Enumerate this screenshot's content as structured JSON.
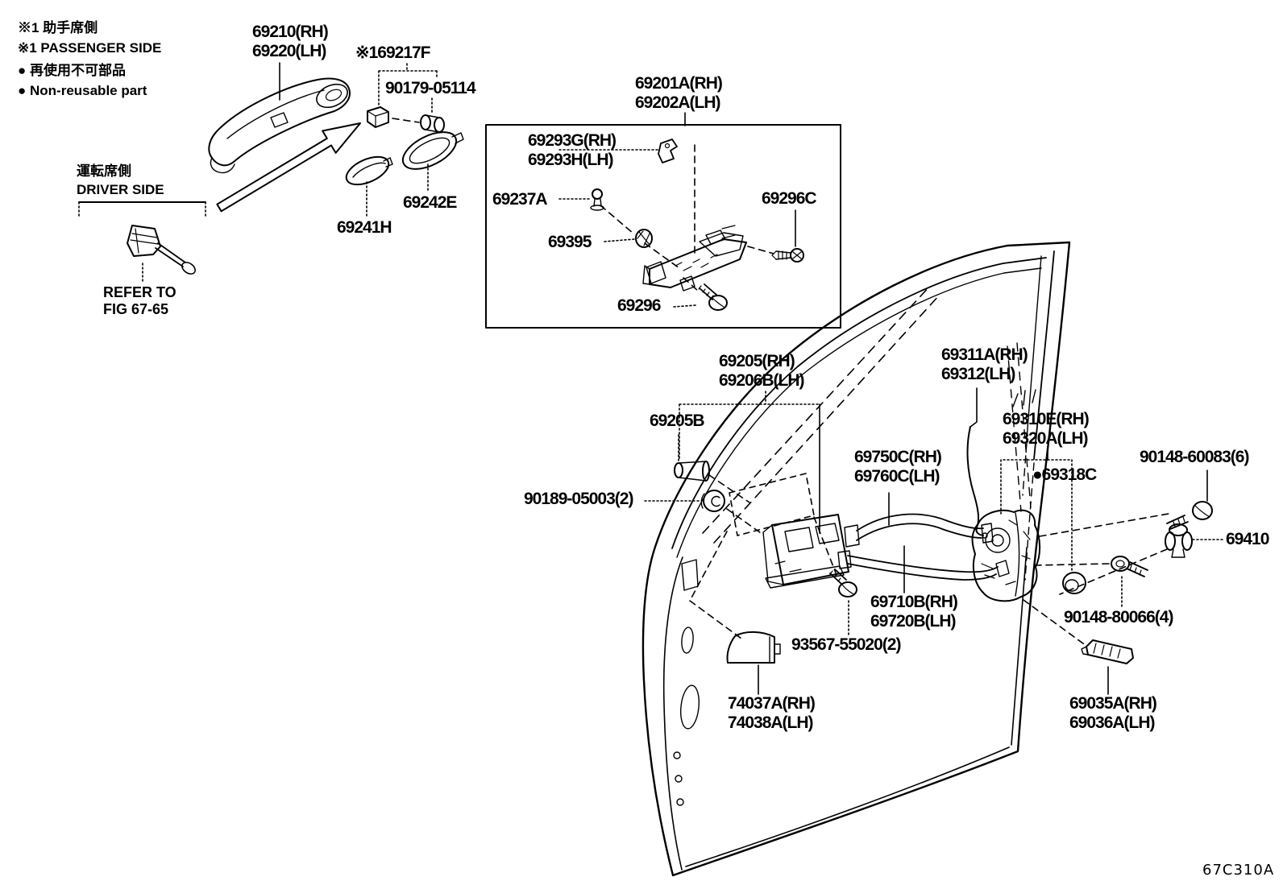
{
  "page": {
    "background": "#ffffff",
    "line_color": "#000000",
    "diagram_code": "67C310A"
  },
  "legend": {
    "note1_jp": "※1 助手席側",
    "note1_en": "※1 PASSENGER SIDE",
    "note2_jp": "● 再使用不可部品",
    "note2_en": "● Non-reusable part"
  },
  "driver_side": {
    "jp": "運転席側",
    "en": "DRIVER SIDE",
    "refer": "REFER TO\nFIG 67-65"
  },
  "labels": {
    "outside_handle": "69210(RH)\n69220(LH)",
    "pad_set": "※169217F",
    "bushing_90179": "90179-05114",
    "frame_assy": "69201A(RH)\n69202A(LH)",
    "support_69293": "69293G(RH)\n69293H(LH)",
    "clip_69237a": "69237A",
    "screw_69296c": "69296C",
    "bushing_69395": "69395",
    "screw_69296": "69296",
    "cover_69242e": "69242E",
    "cover_69241h": "69241H",
    "door_frame": "69205(RH)\n69206B(LH)",
    "pin_69205b": "69205B",
    "link_69311a": "69311A(RH)\n69312(LH)",
    "lock_69310e": "69310E(RH)\n69320A(LH)",
    "screw_90148_60083": "90148-60083(6)",
    "cable_69750c": "69750C(RH)\n69760C(LH)",
    "grommet_69318c": "●69318C",
    "pin_90189": "90189-05003(2)",
    "clip_69410": "69410",
    "screw_90148_80066": "90148-80066(4)",
    "cable_69710b": "69710B(RH)\n69720B(LH)",
    "screw_93567": "93567-55020(2)",
    "protector_74037a": "74037A(RH)\n74038A(LH)",
    "check_69035a": "69035A(RH)\n69036A(LH)"
  }
}
